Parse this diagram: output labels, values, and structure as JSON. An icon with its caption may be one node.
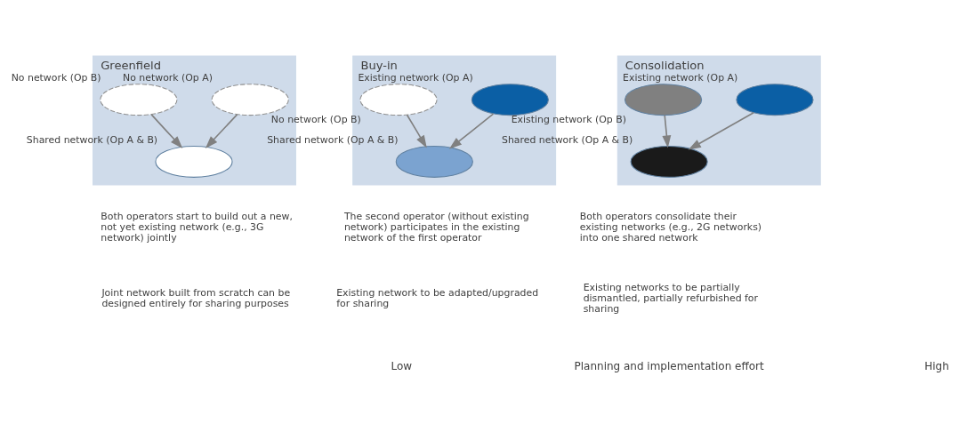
{
  "diagram": {
    "nodes": [
      {
        "text": [
          "Greenfield"
        ]
      },
      {
        "text": [
          "No network (Op A)"
        ],
        "in": 0
      },
      {
        "text": [
          "No network (Op B)"
        ],
        "in": 0
      },
      {
        "text": [
          "Shared network (Op A & B)"
        ],
        "in": 0
      },
      {
        "text": [
          "Buy-in"
        ]
      },
      {
        "text": [
          "Existing network (Op A)"
        ],
        "in": 4
      },
      {
        "text": [
          "No network (Op B)"
        ],
        "in": 4
      },
      {
        "text": [
          "Shared network (Op A & B)"
        ],
        "in": 4
      },
      {
        "text": [
          "Consolidation"
        ]
      },
      {
        "text": [
          "Existing network (Op A)"
        ],
        "in": 8
      },
      {
        "text": [
          "Existing network (Op B)"
        ],
        "in": 8
      },
      {
        "text": [
          "Shared network (Op A & B)"
        ],
        "in": 8
      }
    ],
    "edges": [
      {
        "from": 1,
        "to": 3,
        "arrow": "to"
      },
      {
        "from": 2,
        "to": 3,
        "arrow": "to"
      },
      {
        "from": 5,
        "to": 7,
        "arrow": "to"
      },
      {
        "from": 6,
        "to": 7,
        "arrow": "to"
      },
      {
        "from": 9,
        "to": 11,
        "arrow": "to"
      },
      {
        "from": 10,
        "to": 11,
        "arrow": "to"
      }
    ],
    "labels": [
      "Both operators start to build out a new, not yet existing network (e.g., 3G network) jointly",
      "Joint network built from scratch can be designed entirely for sharing purposes",
      "The second operator (without existing network) participates in the existing network of the first operator",
      "Existing network to be adapted/upgraded for sharing",
      "Both operators consolidate their existing networks (e.g., 2G networks) into one shared network",
      "Existing networks to be partially dismantled, partially refurbished for sharing",
      "High",
      "Planning and implementation effort",
      "Low"
    ]
  }
}
